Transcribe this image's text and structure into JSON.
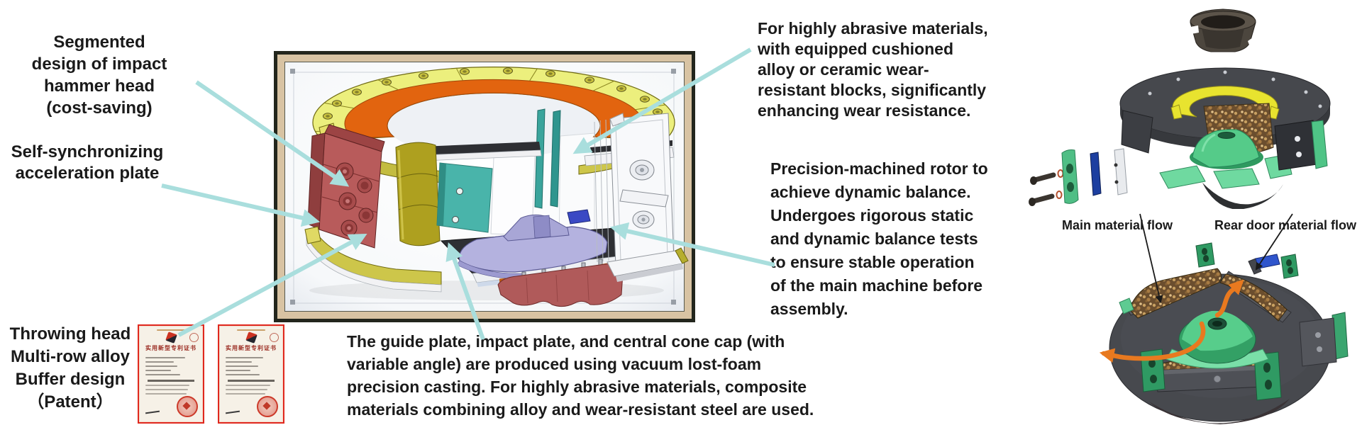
{
  "left_annotations": {
    "segmented_hammer": {
      "lines": [
        "Segmented",
        "design of impact",
        "hammer head",
        "(cost-saving)"
      ]
    },
    "self_sync": {
      "lines": [
        "Self-synchronizing",
        "acceleration plate"
      ]
    },
    "throwing_head": {
      "lines": [
        "Throwing head",
        "Multi-row alloy",
        "Buffer design",
        "（Patent）"
      ]
    }
  },
  "right_annotations": {
    "wear_blocks": {
      "lines": [
        "For highly abrasive materials,",
        "with equipped cushioned",
        "alloy or ceramic wear-",
        "resistant blocks, significantly",
        "enhancing wear resistance."
      ]
    },
    "rotor_balance": {
      "lines": [
        "Precision-machined rotor to",
        "achieve dynamic balance.",
        "Undergoes rigorous static",
        "and dynamic balance tests",
        "to ensure stable operation",
        "of the main machine before",
        "assembly."
      ]
    }
  },
  "bottom_annotation": {
    "lines": [
      "The guide plate, impact plate, and central cone cap (with",
      "variable angle) are produced using vacuum lost-foam",
      "precision casting. For highly abrasive materials, composite",
      "materials combining alloy and wear-resistant steel are used."
    ]
  },
  "flow_labels": {
    "main": "Main material flow",
    "rear": "Rear door material flow"
  },
  "patent": {
    "title": "实用新型专利证书"
  },
  "colors": {
    "annotation_arrow": "#a9dedd",
    "flow_arrow": "#e8791f",
    "patent_border": "#e0281e",
    "frame_outer": "#23261d",
    "frame_inner": "#d8c3a3",
    "text": "#1a1a1a"
  }
}
